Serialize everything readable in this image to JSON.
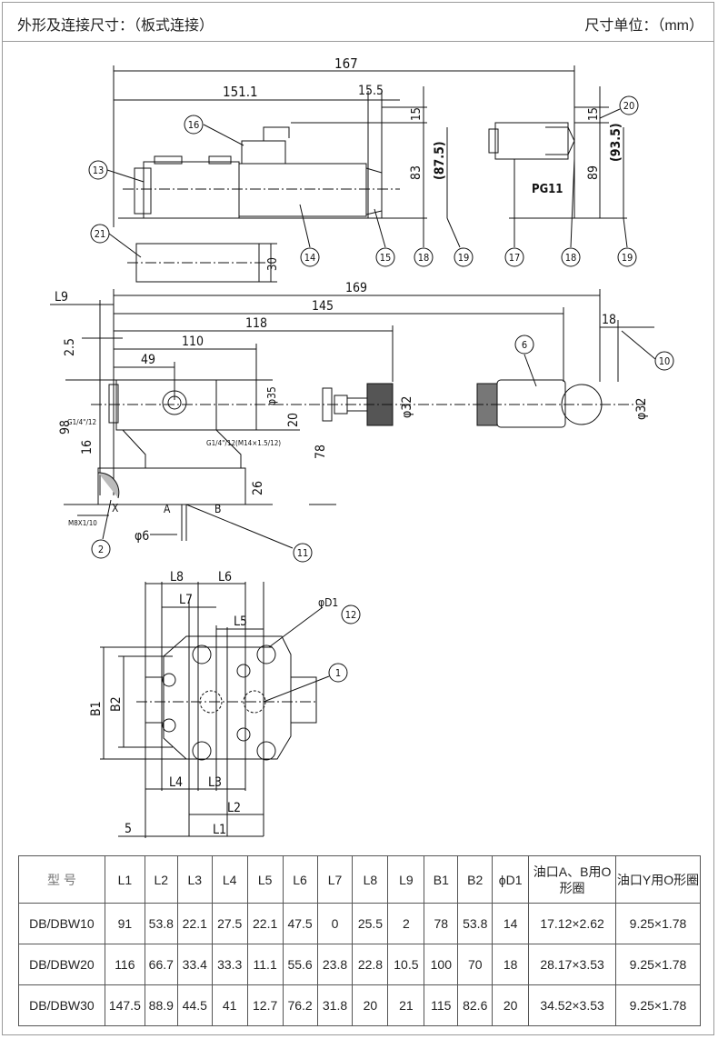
{
  "header": {
    "title": "外形及连接尺寸：（板式连接）",
    "unit": "尺寸单位：（mm）"
  },
  "drawing": {
    "top_view": {
      "dims": [
        "167",
        "151.1",
        "15.5",
        "15",
        "83",
        "(87.5)",
        "15",
        "89",
        "(93.5)",
        "PG11",
        "30"
      ],
      "balloons": [
        "16",
        "13",
        "21",
        "14",
        "15",
        "18",
        "19",
        "17",
        "18",
        "19",
        "20"
      ]
    },
    "side_view": {
      "dims": [
        "L9",
        "169",
        "145",
        "118",
        "110",
        "49",
        "2.5",
        "φ35",
        "20",
        "78",
        "φ32",
        "φ32",
        "18",
        "98",
        "16",
        "26",
        "G1/4\"/12",
        "G1/4\"/12(M14×1.5/12)",
        "M8X1/10",
        "φ6",
        "X",
        "A",
        "B"
      ],
      "balloons": [
        "6",
        "10",
        "2",
        "11"
      ]
    },
    "bottom_view": {
      "dims": [
        "L8",
        "L6",
        "L7",
        "L5",
        "φD1",
        "B1",
        "B2",
        "L4",
        "L3",
        "L2",
        "L1",
        "5"
      ],
      "balloons": [
        "12",
        "1"
      ]
    }
  },
  "table": {
    "headers": [
      "型  号",
      "L1",
      "L2",
      "L3",
      "L4",
      "L5",
      "L6",
      "L7",
      "L8",
      "L9",
      "B1",
      "B2",
      "ϕD1",
      "油口A、B用O形圈",
      "油口Y用O形圈"
    ],
    "rows": [
      [
        "DB/DBW10",
        "91",
        "53.8",
        "22.1",
        "27.5",
        "22.1",
        "47.5",
        "0",
        "25.5",
        "2",
        "78",
        "53.8",
        "14",
        "17.12×2.62",
        "9.25×1.78"
      ],
      [
        "DB/DBW20",
        "116",
        "66.7",
        "33.4",
        "33.3",
        "11.1",
        "55.6",
        "23.8",
        "22.8",
        "10.5",
        "100",
        "70",
        "18",
        "28.17×3.53",
        "9.25×1.78"
      ],
      [
        "DB/DBW30",
        "147.5",
        "88.9",
        "44.5",
        "41",
        "12.7",
        "76.2",
        "31.8",
        "20",
        "21",
        "115",
        "82.6",
        "20",
        "34.52×3.53",
        "9.25×1.78"
      ]
    ]
  }
}
